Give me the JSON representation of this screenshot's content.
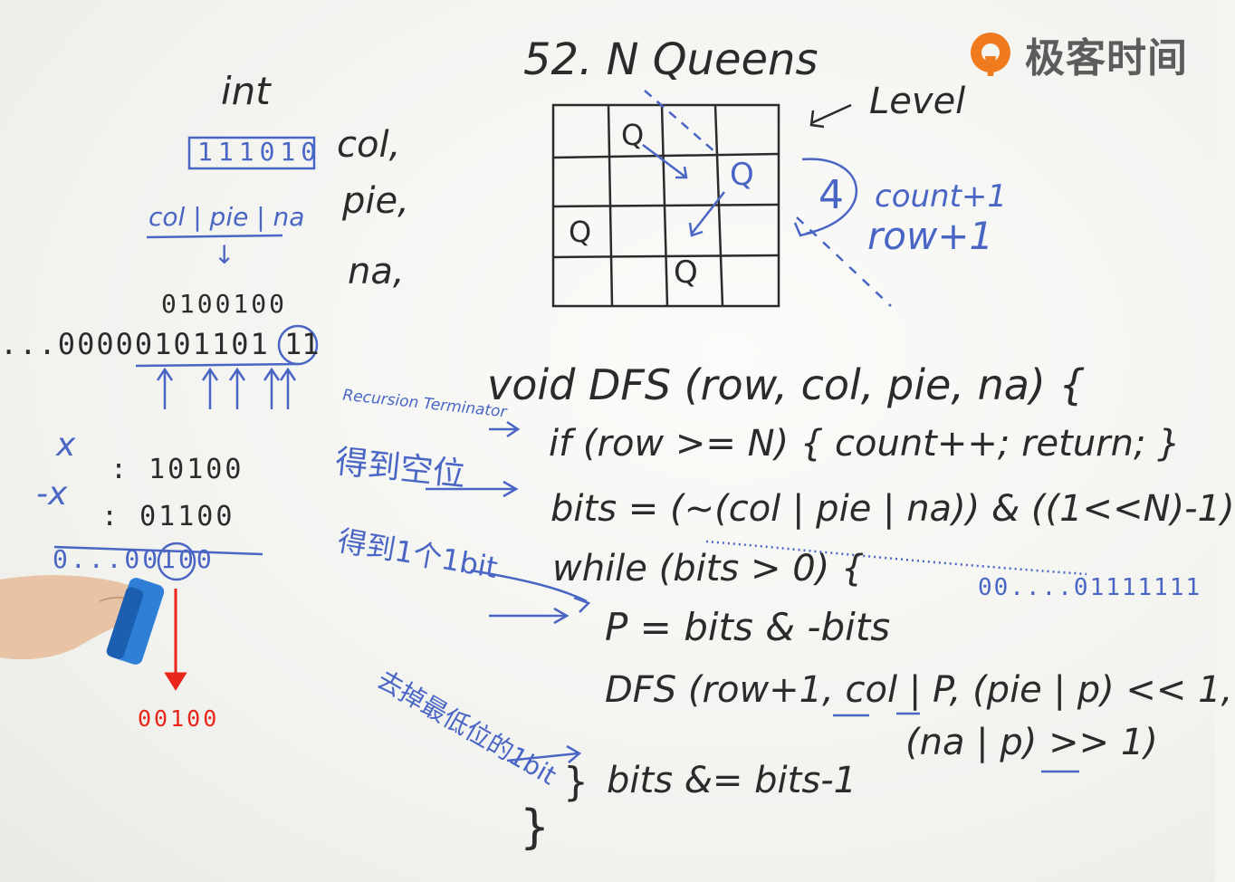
{
  "logo": {
    "text": "极客时间",
    "brand_color": "#f07a1e",
    "icon": "geektime-logo-icon"
  },
  "title": "52. N Queens",
  "grid": {
    "queens": [
      "Q",
      "Q",
      "Q",
      "Q"
    ],
    "level_label": "Level",
    "level_number": "4",
    "count_label": "count+1",
    "row_label": "row+1"
  },
  "left_panel": {
    "int_label": "int",
    "bits_box": "111010",
    "vars": [
      "col,",
      "pie,",
      "na,"
    ],
    "combine": "col | pie | na",
    "down_arrow": "↓",
    "row1": "0100100",
    "row2": "...00000101101",
    "row2_circled": "11",
    "x_label": "x",
    "neg_x_label": "-x",
    "x_bits": ": 10100",
    "neg_x_bits": ": 01100",
    "result_bits": "0...00100"
  },
  "code": {
    "line1": "void   DFS (row, col, pie, na) {",
    "line2": "if (row >= N) { count++; return; }",
    "line3": "bits = (~(col | pie | na)) & ((1<<N)-1)",
    "line3_note": "00....01111111",
    "line4": "while (bits > 0) {",
    "line5": "P = bits & -bits",
    "line6": "DFS (row+1, col | P, (pie | p) << 1,",
    "line7": "(na | p) >> 1)",
    "line8": "bits &= bits-1",
    "close1": "}",
    "close2": "}"
  },
  "side_notes": {
    "note1": "Recursion Terminator",
    "note2": "得到空位",
    "note3": "得到1个1bit",
    "note4": "去掉最低位的1bit"
  },
  "annotation": {
    "value": "00100",
    "color": "#e8261b"
  }
}
